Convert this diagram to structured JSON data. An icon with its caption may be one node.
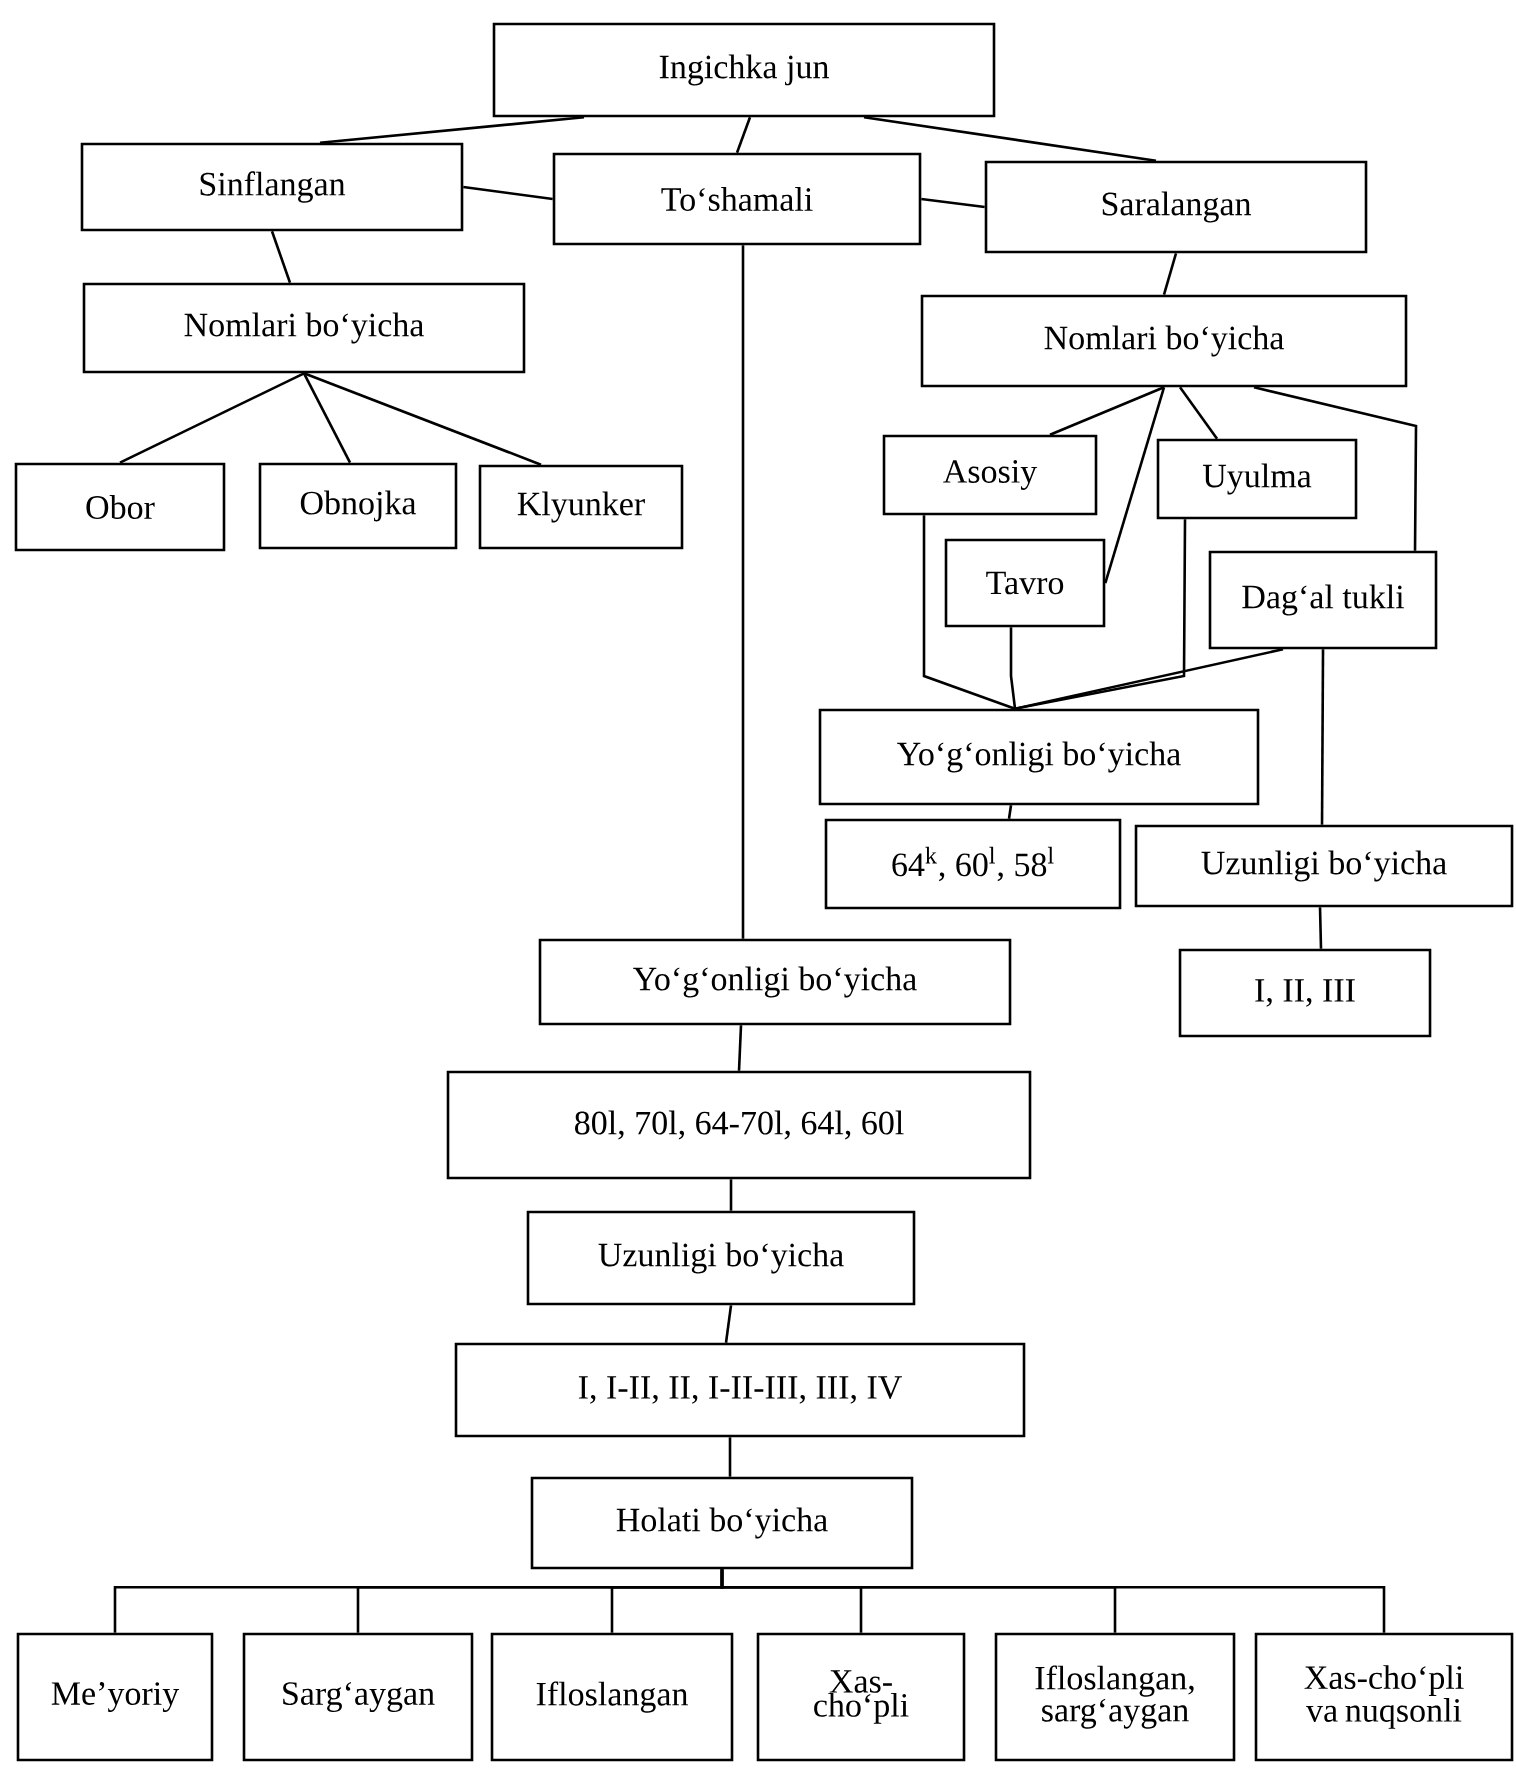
{
  "diagram": {
    "nodes": [
      {
        "text": [
          "Ingichka jun"
        ]
      },
      {
        "text": [
          "Sinflangan"
        ]
      },
      {
        "text": [
          "To‘shamali"
        ]
      },
      {
        "text": [
          "Saralangan"
        ]
      },
      {
        "text": [
          "Nomlari bo‘yicha"
        ]
      },
      {
        "text": [
          "Obor"
        ]
      },
      {
        "text": [
          "Obnojka"
        ]
      },
      {
        "text": [
          "Klyunker"
        ]
      },
      {
        "text": [
          "Nomlari bo‘yicha"
        ]
      },
      {
        "text": [
          "Asosiy"
        ]
      },
      {
        "text": [
          "Uyulma"
        ]
      },
      {
        "text": [
          "Tavro"
        ]
      },
      {
        "text": [
          "Dag‘al tukli"
        ]
      },
      {
        "text": [
          "Yo‘g‘onligi bo‘yicha"
        ]
      },
      {
        "text": [
          "64$^{k}$, 60$^{l}$, 58$^{l}$"
        ]
      },
      {
        "text": [
          "Uzunligi bo‘yicha"
        ]
      },
      {
        "text": [
          "I, II, III"
        ]
      },
      {
        "text": [
          "Yo‘g‘onligi bo‘yicha"
        ]
      },
      {
        "text": [
          "80l, 70l, 64-70l, 64l, 60l"
        ]
      },
      {
        "text": [
          "Uzunligi bo‘yicha"
        ]
      },
      {
        "text": [
          "I, I-II, II, I-II-III, III, IV"
        ]
      },
      {
        "text": [
          "Holati bo‘yicha"
        ]
      },
      {
        "text": [
          "Me’yoriy"
        ]
      },
      {
        "text": [
          "Sarg‘aygan"
        ]
      },
      {
        "text": [
          "Ifloslangan"
        ]
      },
      {
        "text": [
          "Xas-cho‘pli"
        ]
      },
      {
        "text": [
          "Ifloslangan, sarg‘aygan"
        ]
      },
      {
        "text": [
          "Xas-cho‘pli va nuqsonli"
        ]
      }
    ],
    "edges": [
      {
        "from": 0,
        "to": 1,
        "arrow": "none"
      },
      {
        "from": 0,
        "to": 2,
        "arrow": "none"
      },
      {
        "from": 0,
        "to": 3,
        "arrow": "none"
      },
      {
        "from": 1,
        "to": 2,
        "arrow": "none"
      },
      {
        "from": 2,
        "to": 3,
        "arrow": "none"
      },
      {
        "from": 1,
        "to": 4,
        "arrow": "none"
      },
      {
        "from": 4,
        "to": 5,
        "arrow": "none"
      },
      {
        "from": 4,
        "to": 6,
        "arrow": "none"
      },
      {
        "from": 4,
        "to": 7,
        "arrow": "none"
      },
      {
        "from": 3,
        "to": 8,
        "arrow": "none"
      },
      {
        "from": 8,
        "to": 9,
        "arrow": "none"
      },
      {
        "from": 8,
        "to": 11,
        "arrow": "none"
      },
      {
        "from": 8,
        "to": 10,
        "arrow": "none"
      },
      {
        "from": 8,
        "to": 12,
        "arrow": "none"
      },
      {
        "from": 9,
        "to": 13,
        "arrow": "none"
      },
      {
        "from": 11,
        "to": 13,
        "arrow": "none"
      },
      {
        "from": 10,
        "to": 13,
        "arrow": "none"
      },
      {
        "from": 12,
        "to": 13,
        "arrow": "none"
      },
      {
        "from": 12,
        "to": 15,
        "arrow": "none"
      },
      {
        "from": 13,
        "to": 14,
        "arrow": "none"
      },
      {
        "from": 15,
        "to": 16,
        "arrow": "none"
      },
      {
        "from": 2,
        "to": 17,
        "arrow": "none"
      },
      {
        "from": 17,
        "to": 18,
        "arrow": "none"
      },
      {
        "from": 18,
        "to": 19,
        "arrow": "none"
      },
      {
        "from": 19,
        "to": 20,
        "arrow": "none"
      },
      {
        "from": 20,
        "to": 21,
        "arrow": "none"
      },
      {
        "from": 21,
        "to": 22,
        "arrow": "none"
      },
      {
        "from": 21,
        "to": 23,
        "arrow": "none"
      },
      {
        "from": 21,
        "to": 24,
        "arrow": "none"
      },
      {
        "from": 21,
        "to": 25,
        "arrow": "none"
      },
      {
        "from": 21,
        "to": 26,
        "arrow": "none"
      },
      {
        "from": 21,
        "to": 27,
        "arrow": "none"
      }
    ]
  }
}
